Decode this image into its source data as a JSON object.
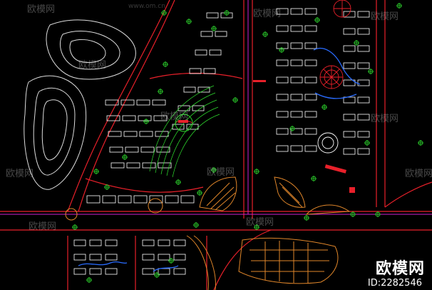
{
  "watermarks": {
    "top_left": "欧模网",
    "top_url": "www.om.cn",
    "top_center": "欧模网",
    "top_right": "欧模网",
    "left_mid": "欧模网",
    "right_mid": "欧模网",
    "bottom_left": "欧模网",
    "bottom_center": "欧模网",
    "lake_label": "欧模网",
    "mid_center": "欧模网",
    "mid_right": "欧模网",
    "lower_right": "欧模网"
  },
  "brand": {
    "name": "欧模网",
    "id_text": "ID:2282546"
  },
  "colors": {
    "background": "#000000",
    "road_red": "#e8202a",
    "building_white": "#ffffff",
    "tree_green": "#2fe02f",
    "contour_white": "#dcdcdc",
    "plaza_orange": "#e0862a",
    "water_blue": "#2a6cff",
    "accent_magenta": "#d020d0"
  }
}
